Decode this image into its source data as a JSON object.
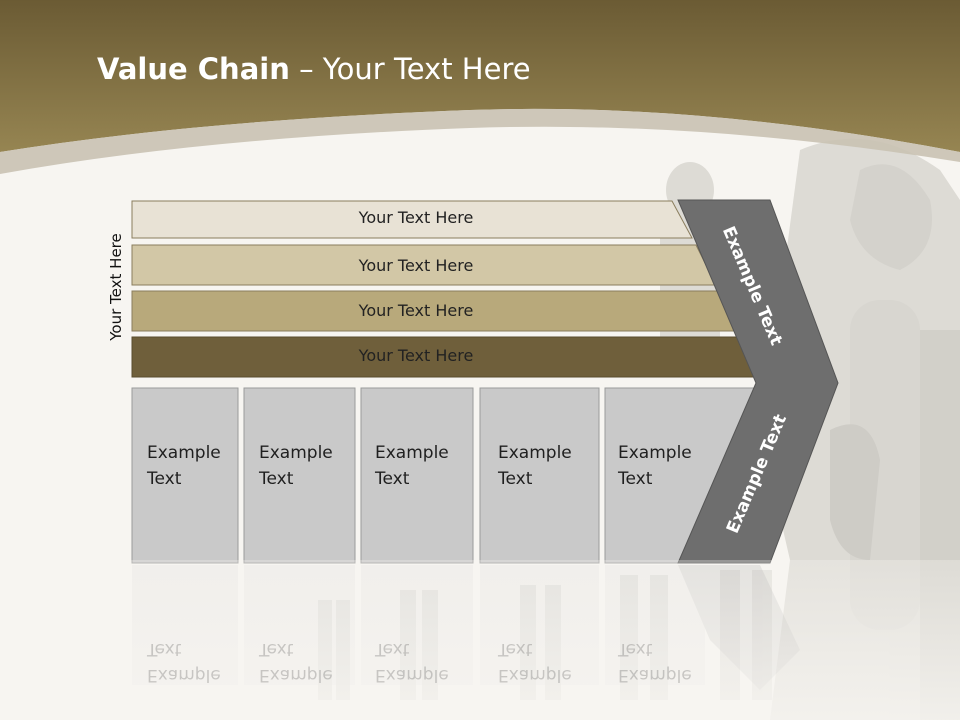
{
  "slide": {
    "title_bold": "Value Chain",
    "title_rest": " – Your Text Here",
    "side_label": "Your Text Here"
  },
  "bands": [
    {
      "label": "Your Text Here"
    },
    {
      "label": "Your Text Here"
    },
    {
      "label": "Your Text Here"
    },
    {
      "label": "Your Text Here"
    }
  ],
  "boxes": [
    {
      "line1": "Example",
      "line2": "Text"
    },
    {
      "line1": "Example",
      "line2": "Text"
    },
    {
      "line1": "Example",
      "line2": "Text"
    },
    {
      "line1": "Example",
      "line2": "Text"
    },
    {
      "line1": "Example",
      "line2": "Text"
    }
  ],
  "arrow": {
    "upper_label": "Example Text",
    "lower_label": "Example Text"
  },
  "colors": {
    "header": "#8b7b4f",
    "band_1": "#e8e2d5",
    "band_2": "#d2c7a6",
    "band_3": "#b8a97b",
    "band_4": "#6f5f3b",
    "box": "#c9c9c9",
    "chevron": "#6e6e6e"
  }
}
